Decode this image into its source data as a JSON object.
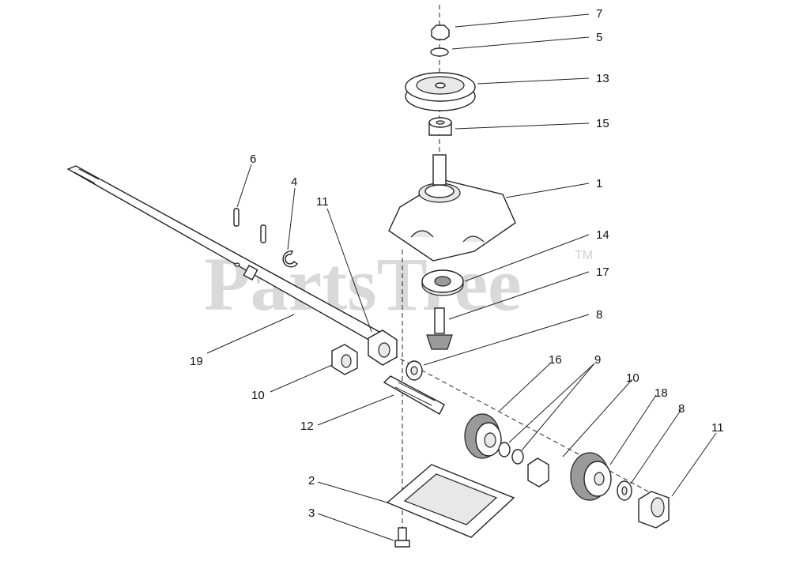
{
  "watermark": {
    "text": "PartsTree",
    "tm": "TM"
  },
  "callouts": [
    {
      "id": "c7",
      "label": "7"
    },
    {
      "id": "c5",
      "label": "5"
    },
    {
      "id": "c13",
      "label": "13"
    },
    {
      "id": "c15",
      "label": "15"
    },
    {
      "id": "c1",
      "label": "1"
    },
    {
      "id": "c14",
      "label": "14"
    },
    {
      "id": "c17",
      "label": "17"
    },
    {
      "id": "c8a",
      "label": "8"
    },
    {
      "id": "c6",
      "label": "6"
    },
    {
      "id": "c4",
      "label": "4"
    },
    {
      "id": "c11a",
      "label": "11"
    },
    {
      "id": "c19",
      "label": "19"
    },
    {
      "id": "c10a",
      "label": "10"
    },
    {
      "id": "c12",
      "label": "12"
    },
    {
      "id": "c16",
      "label": "16"
    },
    {
      "id": "c9",
      "label": "9"
    },
    {
      "id": "c10b",
      "label": "10"
    },
    {
      "id": "c18",
      "label": "18"
    },
    {
      "id": "c8b",
      "label": "8"
    },
    {
      "id": "c11b",
      "label": "11"
    },
    {
      "id": "c2",
      "label": "2"
    },
    {
      "id": "c3",
      "label": "3"
    }
  ]
}
